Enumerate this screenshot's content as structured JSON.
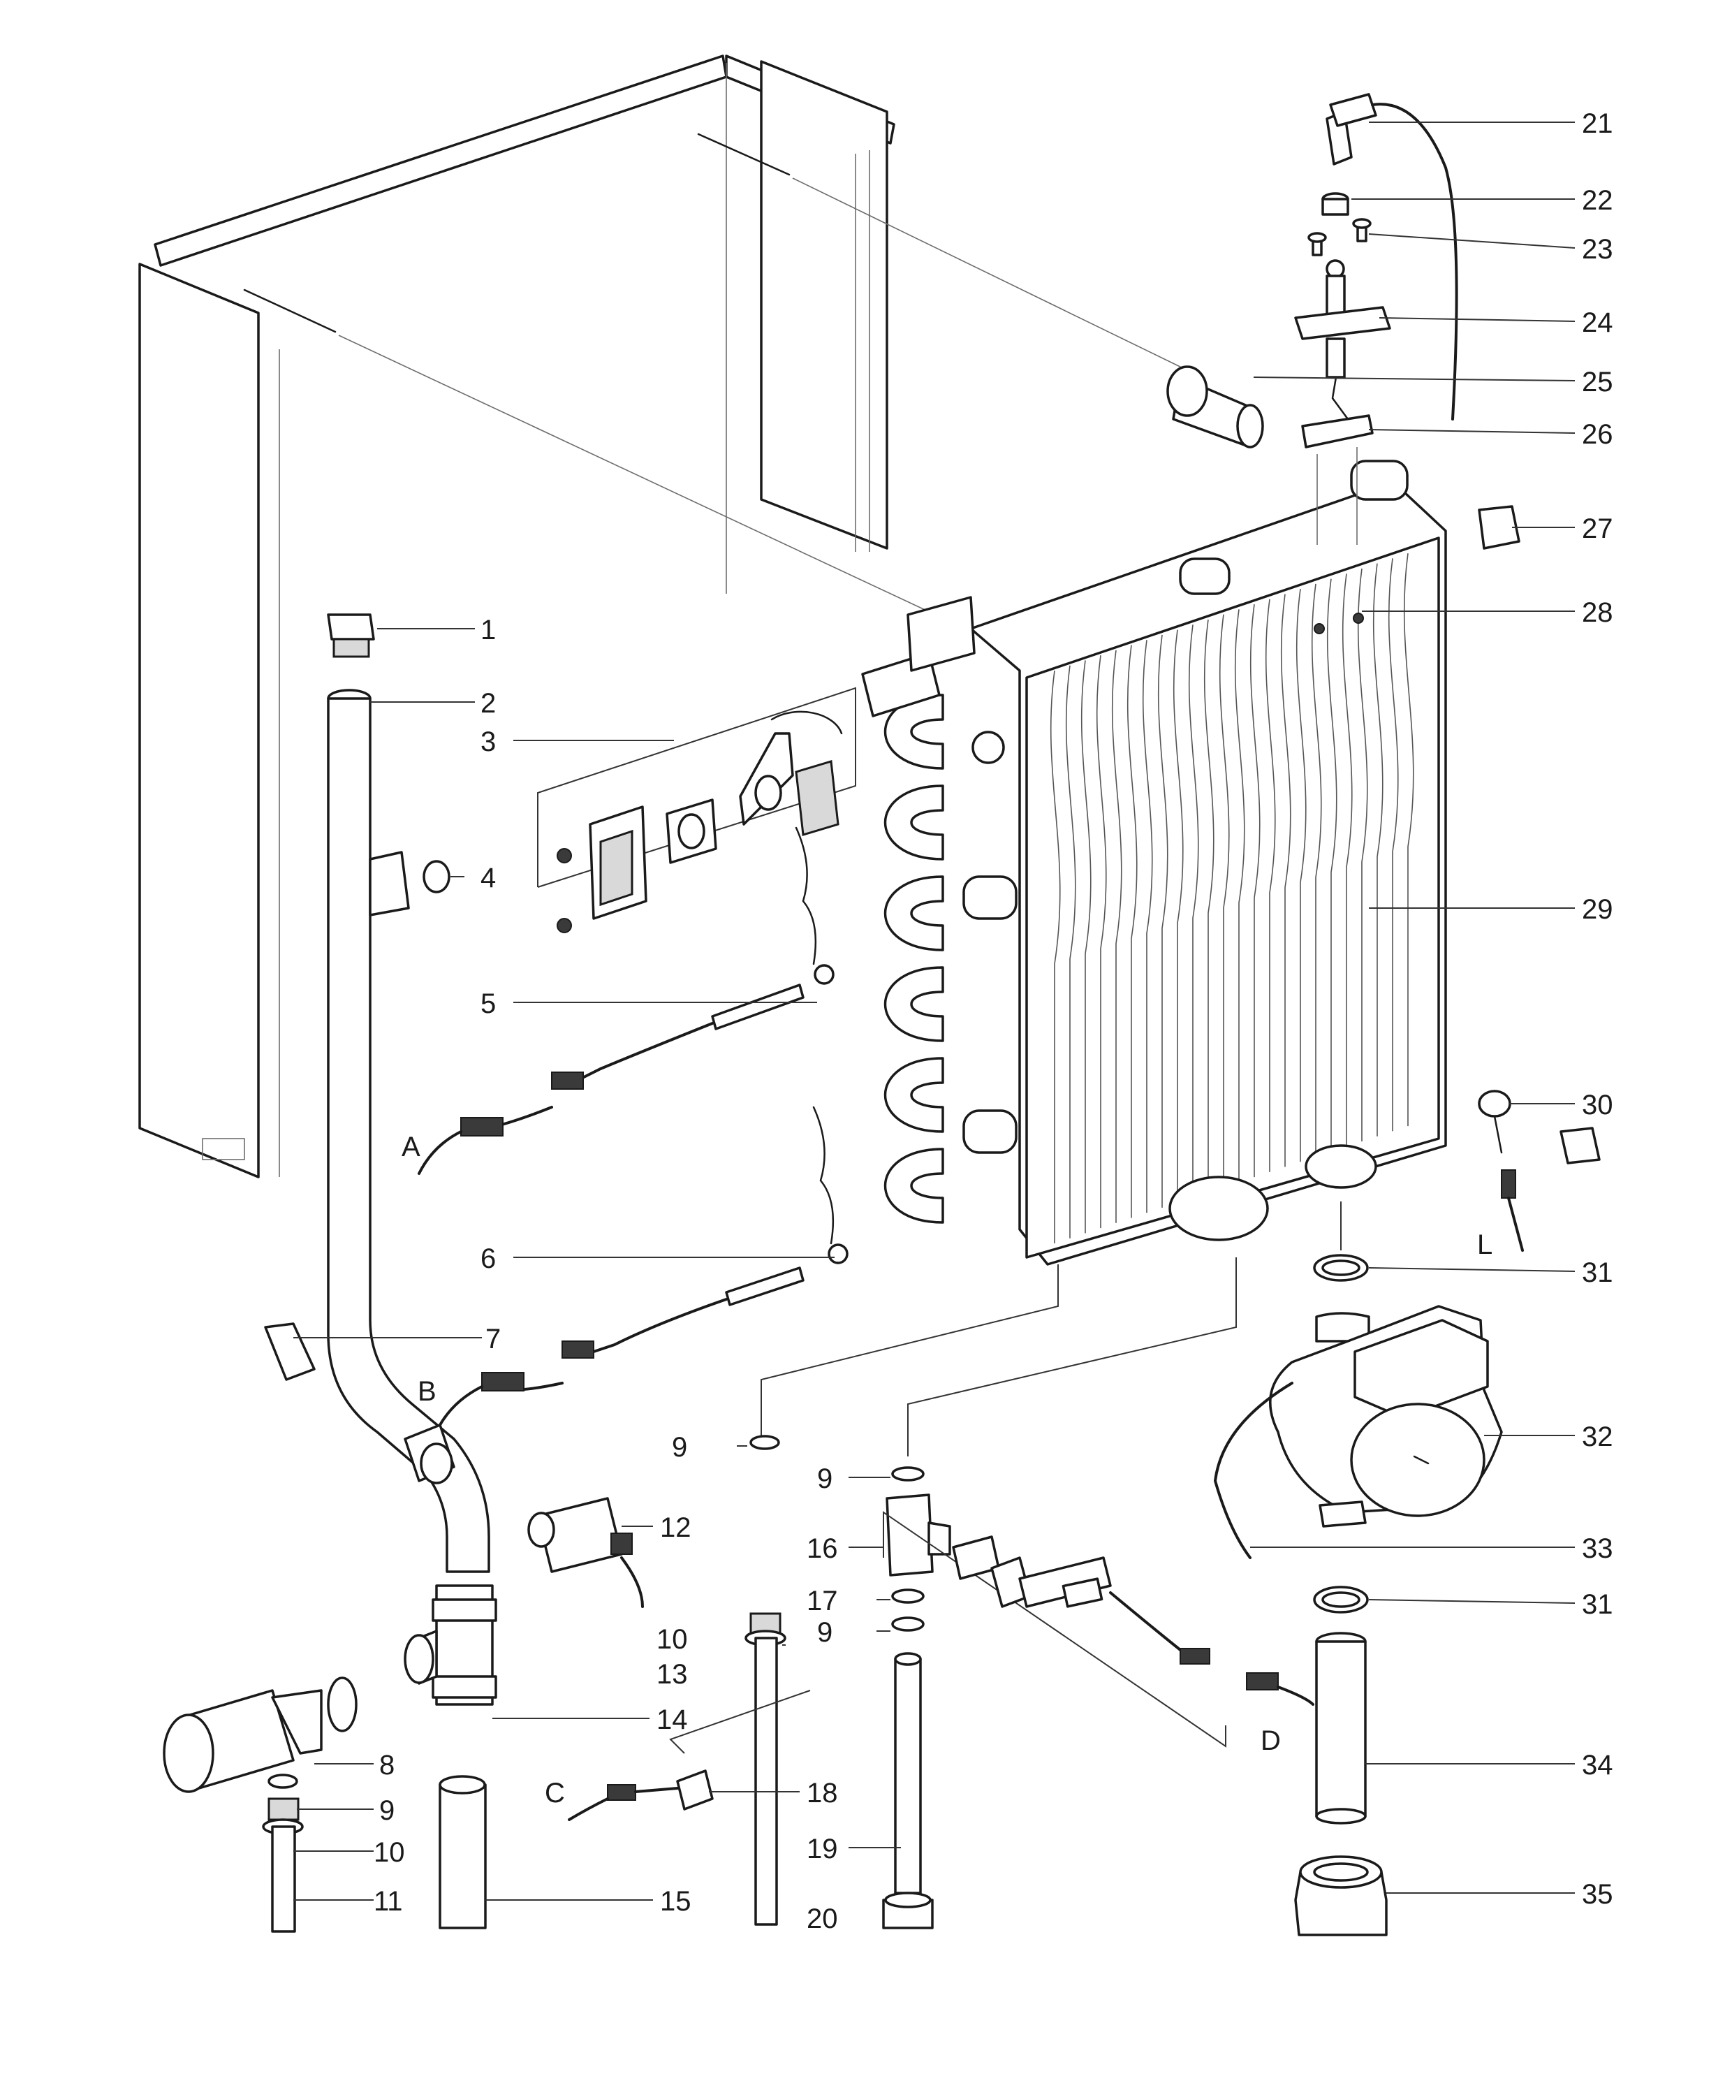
{
  "callouts": [
    {
      "id": "c1",
      "text": "1"
    },
    {
      "id": "c2",
      "text": "2"
    },
    {
      "id": "c3",
      "text": "3"
    },
    {
      "id": "c4",
      "text": "4"
    },
    {
      "id": "c5",
      "text": "5"
    },
    {
      "id": "c6",
      "text": "6"
    },
    {
      "id": "c7",
      "text": "7"
    },
    {
      "id": "c8",
      "text": "8"
    },
    {
      "id": "c9a",
      "text": "9"
    },
    {
      "id": "c9b",
      "text": "9"
    },
    {
      "id": "c9c",
      "text": "9"
    },
    {
      "id": "c9d",
      "text": "9"
    },
    {
      "id": "c10a",
      "text": "10"
    },
    {
      "id": "c10b",
      "text": "10"
    },
    {
      "id": "c11",
      "text": "11"
    },
    {
      "id": "c12",
      "text": "12"
    },
    {
      "id": "c13",
      "text": "13"
    },
    {
      "id": "c14",
      "text": "14"
    },
    {
      "id": "c15",
      "text": "15"
    },
    {
      "id": "c16",
      "text": "16"
    },
    {
      "id": "c17",
      "text": "17"
    },
    {
      "id": "c18",
      "text": "18"
    },
    {
      "id": "c19",
      "text": "19"
    },
    {
      "id": "c20",
      "text": "20"
    },
    {
      "id": "c21",
      "text": "21"
    },
    {
      "id": "c22",
      "text": "22"
    },
    {
      "id": "c23",
      "text": "23"
    },
    {
      "id": "c24",
      "text": "24"
    },
    {
      "id": "c25",
      "text": "25"
    },
    {
      "id": "c26",
      "text": "26"
    },
    {
      "id": "c27",
      "text": "27"
    },
    {
      "id": "c28",
      "text": "28"
    },
    {
      "id": "c29",
      "text": "29"
    },
    {
      "id": "c30",
      "text": "30"
    },
    {
      "id": "c31a",
      "text": "31"
    },
    {
      "id": "c31b",
      "text": "31"
    },
    {
      "id": "c32",
      "text": "32"
    },
    {
      "id": "c33",
      "text": "33"
    },
    {
      "id": "c34",
      "text": "34"
    },
    {
      "id": "c35",
      "text": "35"
    }
  ],
  "connectors": [
    {
      "id": "A",
      "text": "A"
    },
    {
      "id": "B",
      "text": "B"
    },
    {
      "id": "C",
      "text": "C"
    },
    {
      "id": "D",
      "text": "D"
    },
    {
      "id": "L",
      "text": "L"
    }
  ]
}
